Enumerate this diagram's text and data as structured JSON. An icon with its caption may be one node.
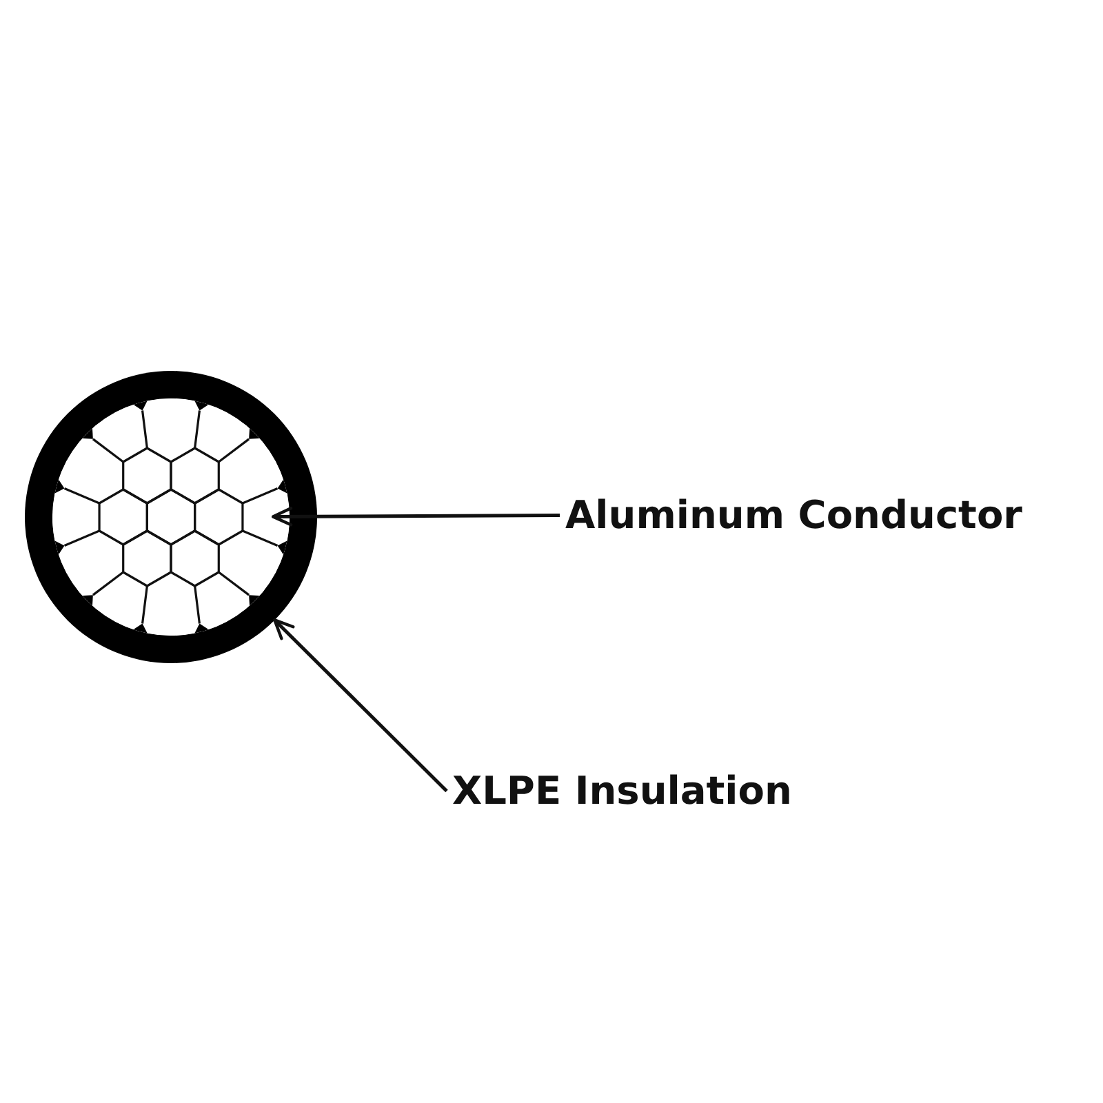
{
  "diagram": {
    "nodes": [
      {
        "text": [],
        "shape": "circle"
      },
      {
        "text": [],
        "shape": "circle",
        "in": 0
      },
      {
        "text": [
          "Aluminum Conductor"
        ]
      },
      {
        "text": [
          "XLPE Insulation"
        ]
      }
    ],
    "edges": [
      {
        "from": 2,
        "to": 1,
        "arrow": "to"
      },
      {
        "from": 3,
        "to": 0,
        "arrow": "to"
      }
    ]
  }
}
